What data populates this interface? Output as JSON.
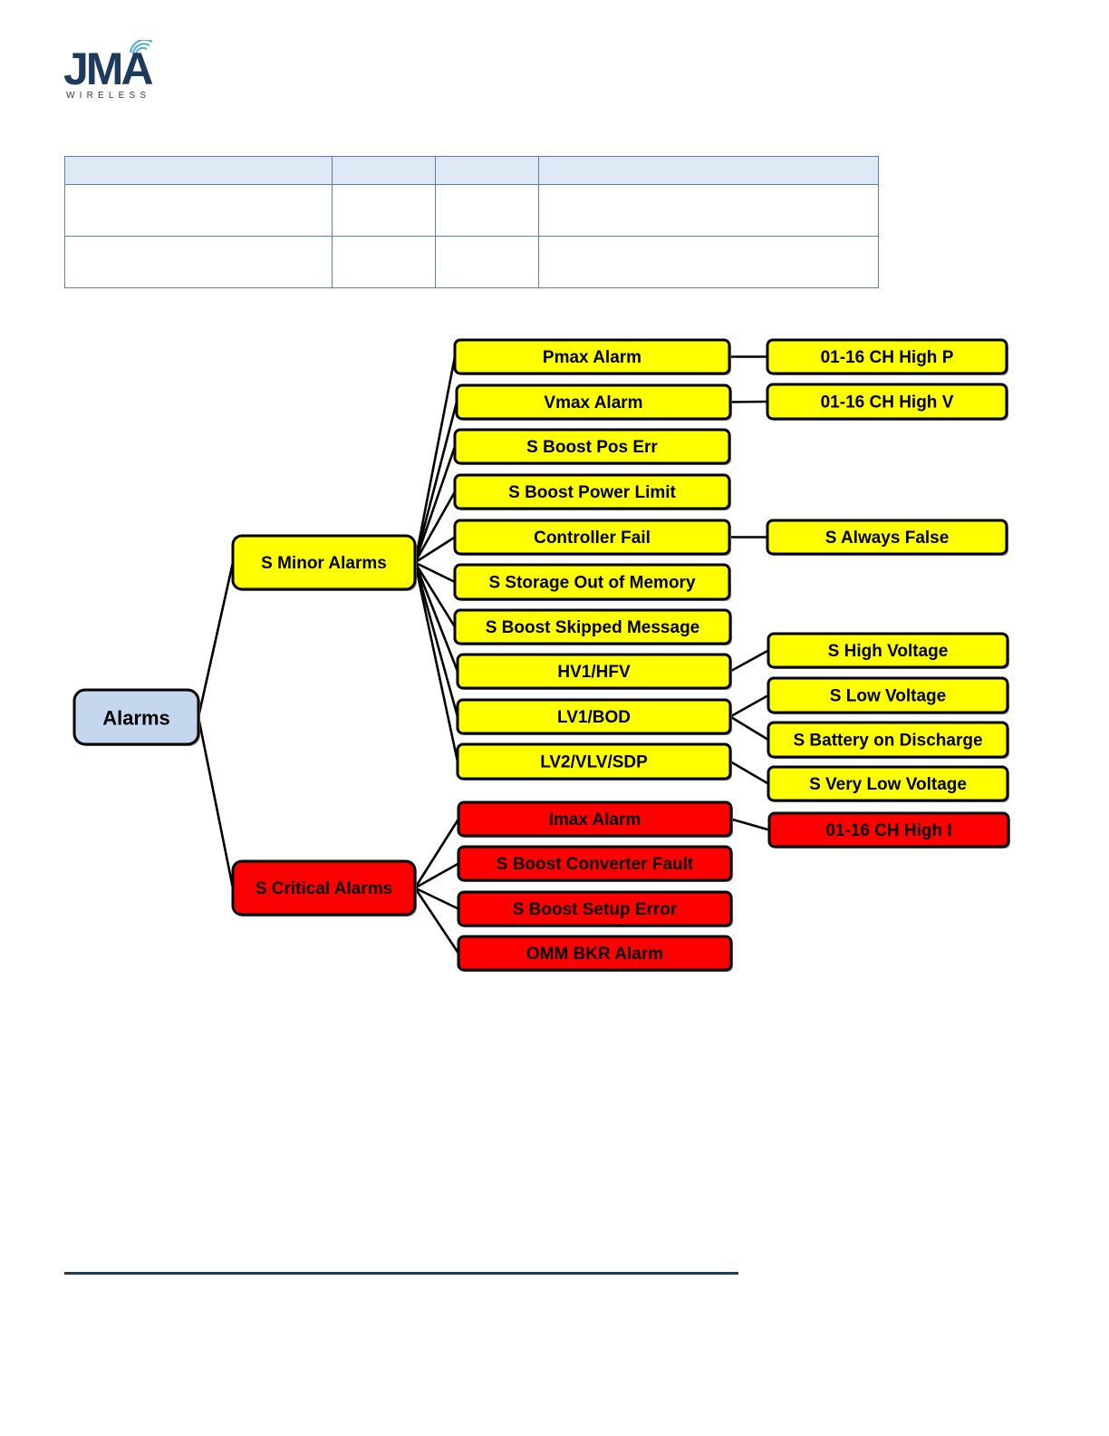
{
  "logo": {
    "brand": "JMA",
    "tagline": "WIRELESS"
  },
  "colors": {
    "root_fill": "#c5d7ef",
    "minor_fill": "#ffff00",
    "critical_fill": "#ff0000",
    "stroke": "#000000",
    "rule": "#1f3b5c",
    "table_header": "#dfe8f5",
    "table_border": "#5d7fb0"
  },
  "diagram": {
    "root": {
      "id": "alarms",
      "label": "Alarms"
    },
    "groups": [
      {
        "id": "minor",
        "label": "S Minor Alarms",
        "severity": "minor"
      },
      {
        "id": "critical",
        "label": "S Critical Alarms",
        "severity": "critical"
      }
    ],
    "alarms": [
      {
        "id": "pmax",
        "label": "Pmax Alarm",
        "group": "minor"
      },
      {
        "id": "vmax",
        "label": "Vmax Alarm",
        "group": "minor"
      },
      {
        "id": "boost-pos-err",
        "label": "S Boost Pos Err",
        "group": "minor"
      },
      {
        "id": "boost-power-limit",
        "label": "S Boost Power Limit",
        "group": "minor"
      },
      {
        "id": "controller-fail",
        "label": "Controller Fail",
        "group": "minor"
      },
      {
        "id": "storage-out-of-memory",
        "label": "S Storage Out of Memory",
        "group": "minor"
      },
      {
        "id": "boost-skipped-message",
        "label": "S Boost Skipped Message",
        "group": "minor"
      },
      {
        "id": "hv1-hfv",
        "label": "HV1/HFV",
        "group": "minor"
      },
      {
        "id": "lv1-bod",
        "label": "LV1/BOD",
        "group": "minor"
      },
      {
        "id": "lv2-vlv-sdp",
        "label": "LV2/VLV/SDP",
        "group": "minor"
      },
      {
        "id": "imax",
        "label": "Imax Alarm",
        "group": "critical"
      },
      {
        "id": "boost-converter-fault",
        "label": "S Boost Converter Fault",
        "group": "critical"
      },
      {
        "id": "boost-setup-error",
        "label": "S Boost Setup Error",
        "group": "critical"
      },
      {
        "id": "omm-bkr",
        "label": "OMM BKR Alarm",
        "group": "critical"
      }
    ],
    "sub_alarms": [
      {
        "id": "ch-high-p",
        "label": "01-16 CH High P",
        "parent": "pmax",
        "severity": "minor"
      },
      {
        "id": "ch-high-v",
        "label": "01-16 CH High V",
        "parent": "vmax",
        "severity": "minor"
      },
      {
        "id": "always-false",
        "label": "S Always False",
        "parent": "controller-fail",
        "severity": "minor"
      },
      {
        "id": "high-voltage",
        "label": "S High Voltage",
        "parent": "hv1-hfv",
        "severity": "minor"
      },
      {
        "id": "low-voltage",
        "label": "S Low Voltage",
        "parent": "lv1-bod",
        "severity": "minor"
      },
      {
        "id": "battery-on-discharge",
        "label": "S Battery on Discharge",
        "parent": "lv1-bod",
        "severity": "minor"
      },
      {
        "id": "very-low-voltage",
        "label": "S Very Low Voltage",
        "parent": "lv2-vlv-sdp",
        "severity": "minor"
      },
      {
        "id": "ch-high-i",
        "label": "01-16 CH High I",
        "parent": "imax",
        "severity": "critical"
      }
    ]
  }
}
